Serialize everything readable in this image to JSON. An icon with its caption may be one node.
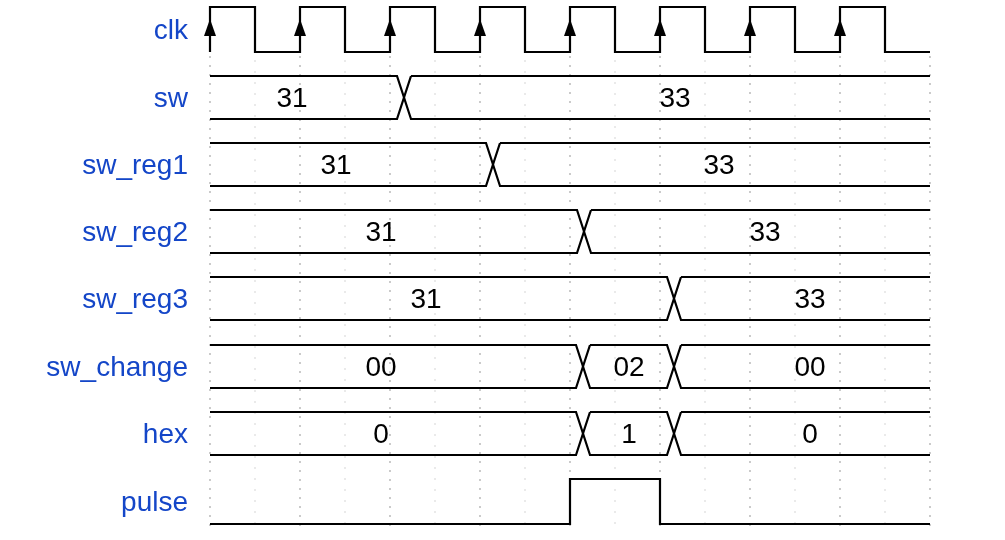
{
  "diagram": {
    "nodes": [
      {
        "text": [
          "31"
        ]
      },
      {
        "text": [
          "33"
        ]
      },
      {
        "text": [
          "31"
        ]
      },
      {
        "text": [
          "33"
        ]
      },
      {
        "text": [
          "31"
        ]
      },
      {
        "text": [
          "33"
        ]
      },
      {
        "text": [
          "31"
        ]
      },
      {
        "text": [
          "33"
        ]
      },
      {
        "text": [
          "00"
        ]
      },
      {
        "text": [
          "02"
        ]
      },
      {
        "text": [
          "00"
        ]
      },
      {
        "text": [
          "0"
        ]
      },
      {
        "text": [
          "1"
        ]
      },
      {
        "text": [
          "0"
        ]
      }
    ],
    "labels": [
      "clk",
      "sw",
      "sw_reg1",
      "sw_reg2",
      "sw_reg3",
      "sw_change",
      "hex",
      "pulse"
    ]
  }
}
